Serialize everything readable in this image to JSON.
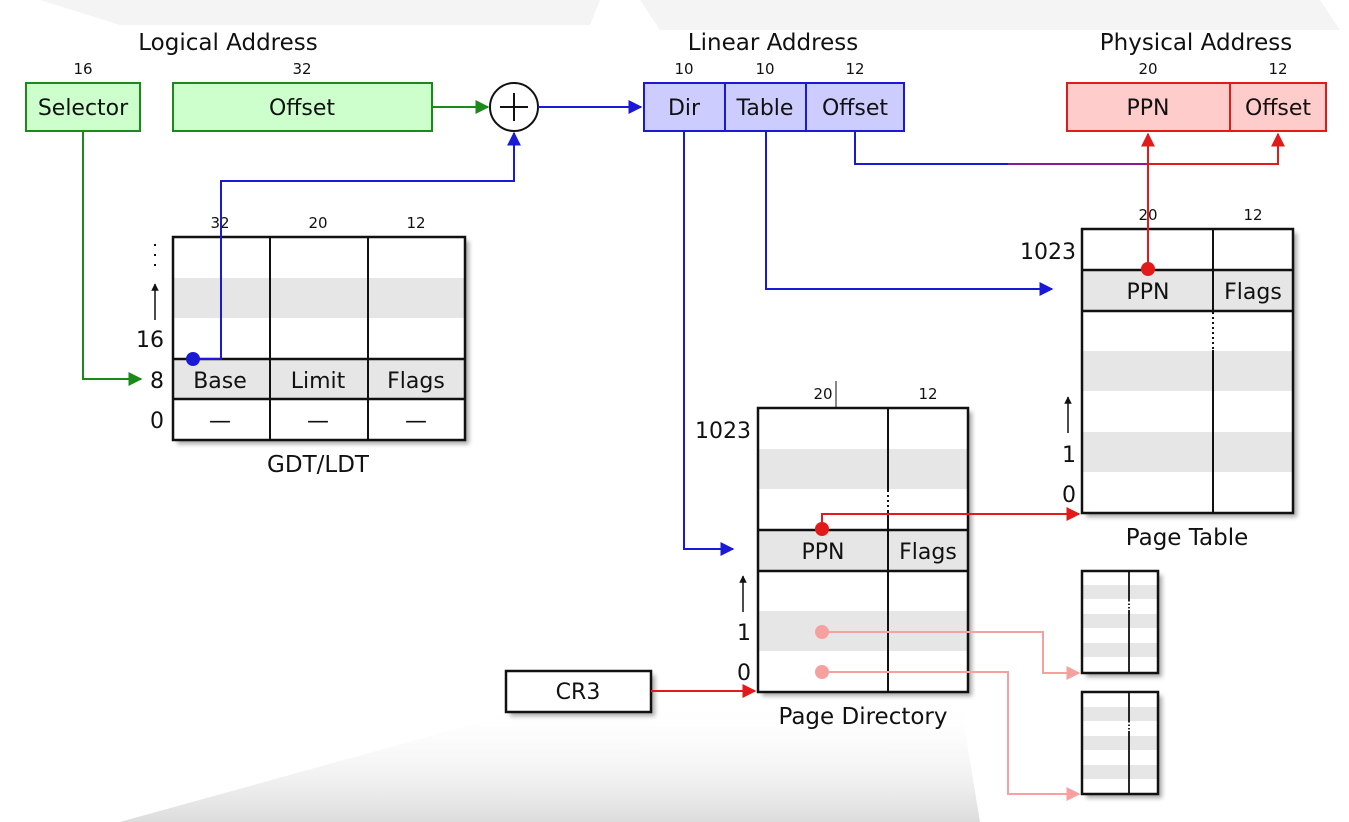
{
  "colors": {
    "green": "#1a8a1a",
    "green_fill": "#ccffcc",
    "blue": "#1a1ad6",
    "blue_fill": "#ccccff",
    "red": "#e31a1a",
    "red_fill": "#ffcccc",
    "pink": "#f7a0a0",
    "stripe": "#e6e6e6"
  },
  "logical": {
    "title": "Logical Address",
    "selector_bits": "16",
    "selector": "Selector",
    "offset_bits": "32",
    "offset": "Offset"
  },
  "linear": {
    "title": "Linear Address",
    "dir_bits": "10",
    "dir": "Dir",
    "table_bits": "10",
    "table": "Table",
    "offset_bits": "12",
    "offset": "Offset"
  },
  "physical": {
    "title": "Physical Address",
    "ppn_bits": "20",
    "ppn": "PPN",
    "offset_bits": "12",
    "offset": "Offset"
  },
  "gdt": {
    "title": "GDT/LDT",
    "col_bits": [
      "32",
      "20",
      "12"
    ],
    "index_16": "16",
    "index_8": "8",
    "index_0": "0",
    "base": "Base",
    "limit": "Limit",
    "flags": "Flags",
    "null_entry": "—"
  },
  "page_directory": {
    "title": "Page Directory",
    "col_bits": [
      "20",
      "12"
    ],
    "index_top": "1023",
    "index_1": "1",
    "index_0": "0",
    "ppn": "PPN",
    "flags": "Flags"
  },
  "page_table": {
    "title": "Page Table",
    "col_bits": [
      "20",
      "12"
    ],
    "index_top": "1023",
    "index_1": "1",
    "index_0": "0",
    "ppn": "PPN",
    "flags": "Flags"
  },
  "cr3": "CR3",
  "icons": {
    "adder": "plus-circle-icon"
  }
}
